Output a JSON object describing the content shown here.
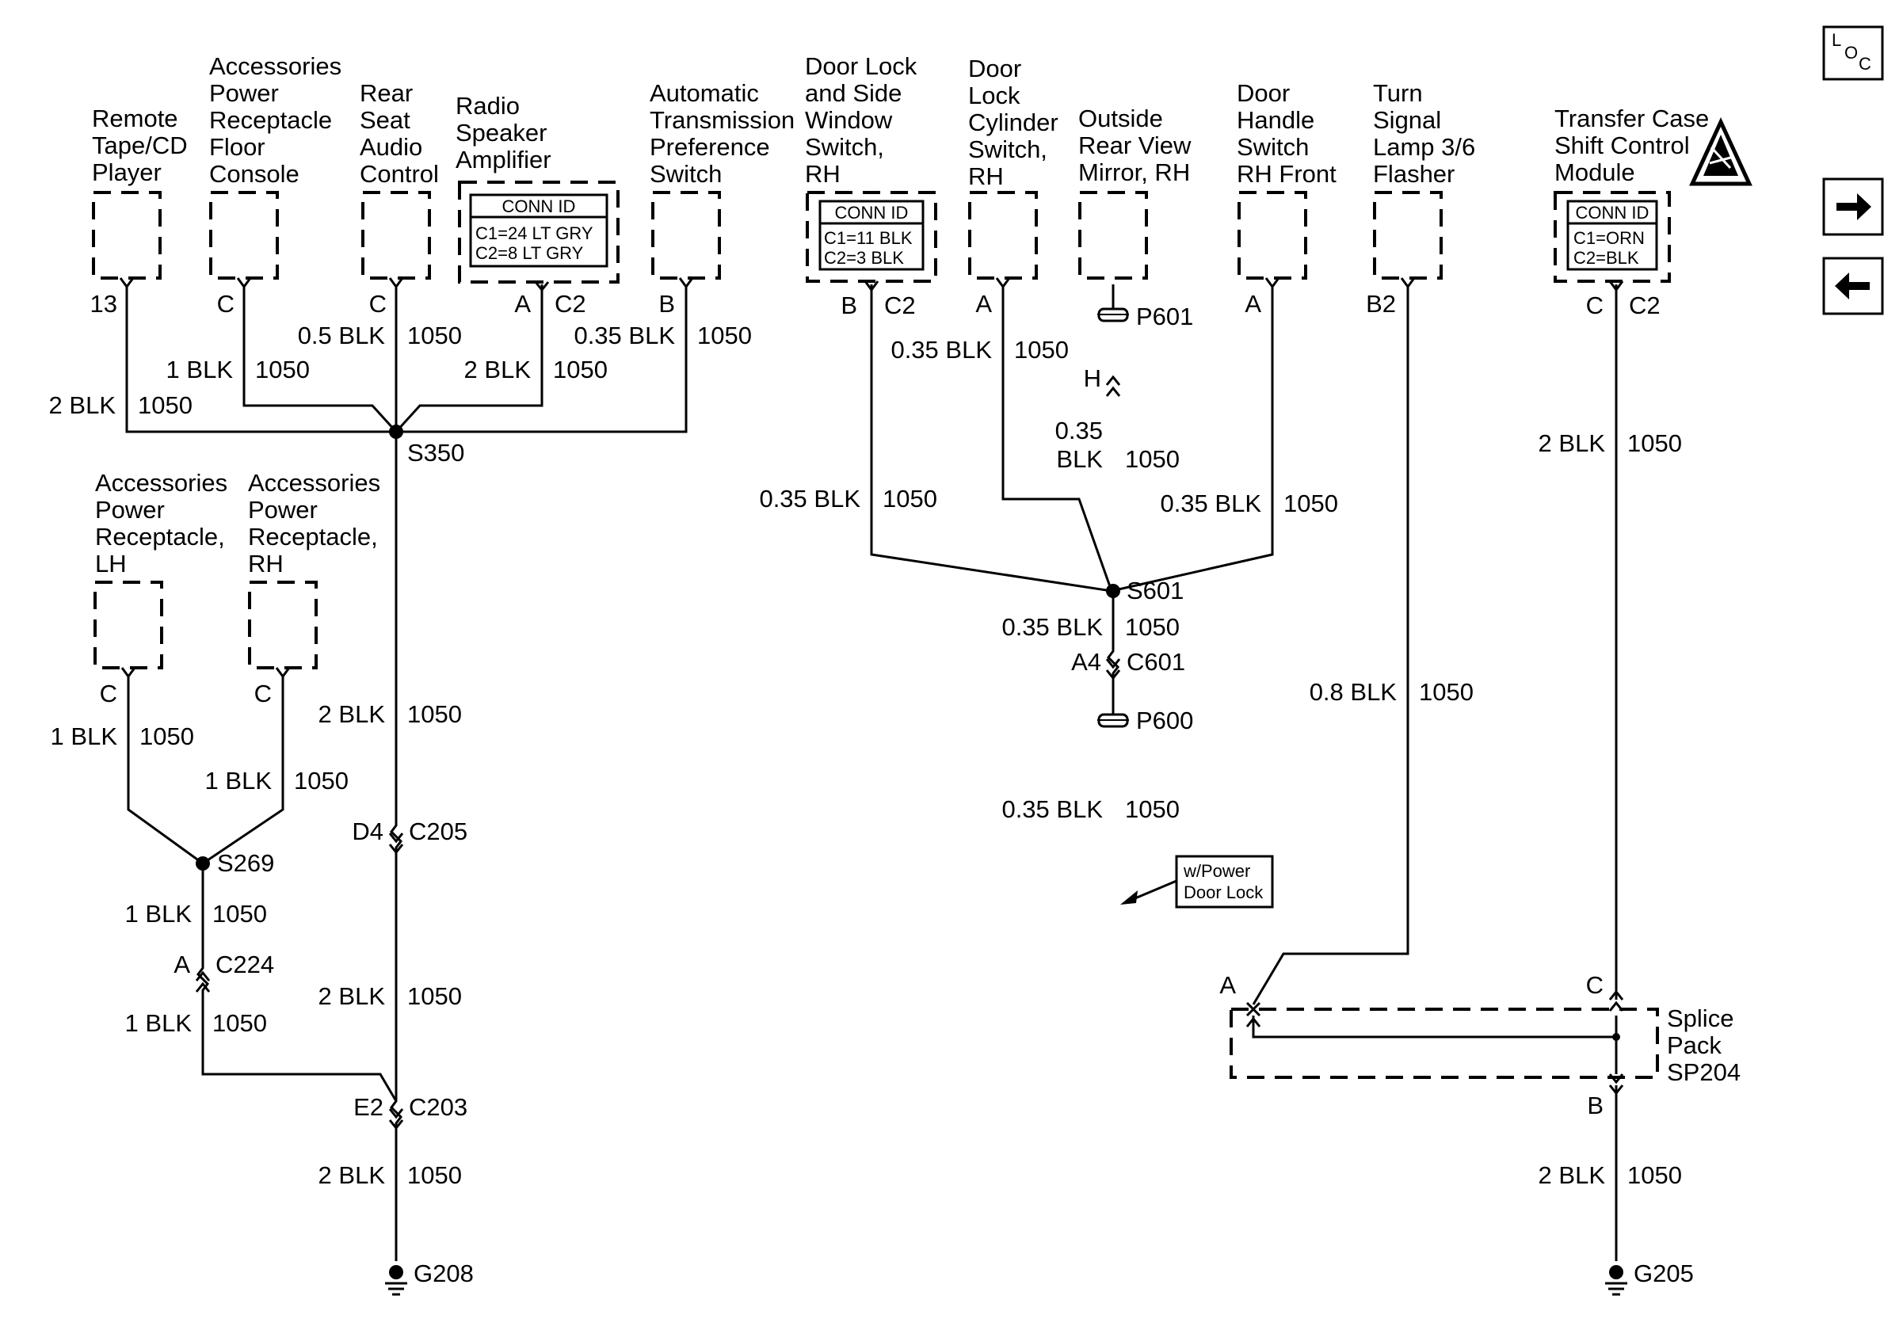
{
  "components": {
    "remote_tape": [
      "Remote",
      "Tape/CD",
      "Player"
    ],
    "acc_floor": [
      "Accessories",
      "Power",
      "Receptacle",
      "Floor",
      "Console"
    ],
    "rear_seat_audio": [
      "Rear",
      "Seat",
      "Audio",
      "Control"
    ],
    "radio_amp": [
      "Radio",
      "Speaker",
      "Amplifier"
    ],
    "atps": [
      "Automatic",
      "Transmission",
      "Preference",
      "Switch"
    ],
    "door_lock_window": [
      "Door Lock",
      "and Side",
      "Window",
      "Switch,",
      "RH"
    ],
    "door_lock_cyl": [
      "Door",
      "Lock",
      "Cylinder",
      "Switch,",
      "RH"
    ],
    "outside_mirror": [
      "Outside",
      "Rear View",
      "Mirror, RH"
    ],
    "door_handle": [
      "Door",
      "Handle",
      "Switch",
      "RH Front"
    ],
    "turn_signal": [
      "Turn",
      "Signal",
      "Lamp 3/6",
      "Flasher"
    ],
    "transfer_case": [
      "Transfer Case",
      "Shift Control",
      "Module"
    ],
    "acc_lh": [
      "Accessories",
      "Power",
      "Receptacle,",
      "LH"
    ],
    "acc_rh": [
      "Accessories",
      "Power",
      "Receptacle,",
      "RH"
    ],
    "splice_pack": [
      "Splice",
      "Pack",
      "SP204"
    ]
  },
  "conn_ids": {
    "radio_amp": {
      "header": "CONN ID",
      "c1": "C1=24 LT GRY",
      "c2": "C2=8 LT GRY"
    },
    "door_lock_window": {
      "header": "CONN ID",
      "c1": "C1=11 BLK",
      "c2": "C2=3 BLK"
    },
    "transfer_case": {
      "header": "CONN ID",
      "c1": "C1=ORN",
      "c2": "C2=BLK"
    }
  },
  "pins": {
    "remote_tape": "13",
    "acc_floor": "C",
    "rear_seat_audio": "C",
    "radio_amp": "A",
    "radio_amp_conn": "C2",
    "atps": "B",
    "door_lock_window": "B",
    "door_lock_window_conn": "C2",
    "door_lock_cyl": "A",
    "door_handle": "A",
    "turn_signal": "B2",
    "transfer_case": "C",
    "transfer_case_conn": "C2",
    "acc_lh": "C",
    "acc_rh": "C",
    "splice_a": "A",
    "splice_c": "C",
    "splice_b": "B"
  },
  "wires": {
    "circuit": "1050",
    "remote_tape": "2 BLK",
    "acc_floor": "1 BLK",
    "rear_seat_audio": "0.5 BLK",
    "radio_amp": "2 BLK",
    "atps": "0.35 BLK",
    "s350_to_c205": "2 BLK",
    "c205_to_c203": "2 BLK",
    "c203_to_g208": "2 BLK",
    "acc_lh": "1 BLK",
    "acc_rh": "1 BLK",
    "s269_to_c224": "1 BLK",
    "c224_to_c203": "1 BLK",
    "door_lock_cyl": "0.35 BLK",
    "door_lock_window": "0.35 BLK",
    "mirror_size": "0.35",
    "mirror_color": "BLK",
    "door_handle": "0.35 BLK",
    "s601_to_c601": "0.35 BLK",
    "p600_to_splice": "0.35 BLK",
    "turn_signal": "0.8 BLK",
    "transfer_case": "2 BLK",
    "splice_to_g205": "2 BLK"
  },
  "splices": {
    "s350": "S350",
    "s269": "S269",
    "s601": "S601"
  },
  "connectors": {
    "c205_pin": "D4",
    "c205": "C205",
    "c203_pin": "E2",
    "c203": "C203",
    "c224_pin": "A",
    "c224": "C224",
    "c601_pin": "A4",
    "c601": "C601",
    "mirror_pin": "H",
    "p601": "P601",
    "p600": "P600"
  },
  "grounds": {
    "g208": "G208",
    "g205": "G205"
  },
  "note": [
    "w/Power",
    "Door Lock"
  ],
  "nav": {
    "loc_l": "L",
    "loc_o": "O",
    "loc_c": "C"
  },
  "icons": {
    "esd": "esd-sensitive-icon",
    "next": "arrow-right-icon",
    "prev": "arrow-left-icon"
  }
}
